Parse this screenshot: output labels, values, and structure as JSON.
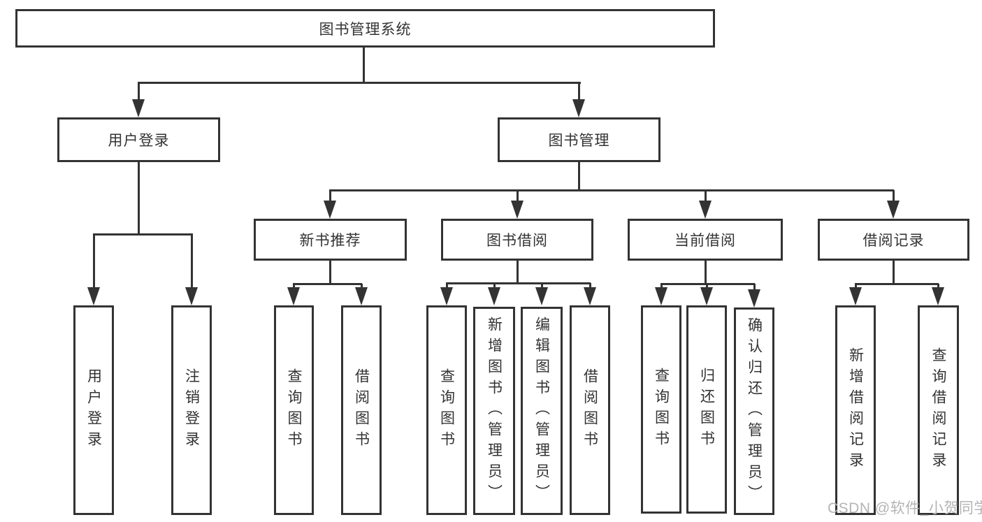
{
  "diagram": {
    "root": {
      "label": "图书管理系统"
    },
    "level2": [
      {
        "label": "用户登录"
      },
      {
        "label": "图书管理"
      }
    ],
    "level3": [
      {
        "label": "新书推荐"
      },
      {
        "label": "图书借阅"
      },
      {
        "label": "当前借阅"
      },
      {
        "label": "借阅记录"
      }
    ],
    "leaves": {
      "user_login": [
        "用户登录",
        "注销登录"
      ],
      "new_books": [
        "查询图书",
        "借阅图书"
      ],
      "book_borrow": [
        "查询图书",
        "新增图书（管理员）",
        "编辑图书（管理员）",
        "借阅图书"
      ],
      "current_borrow": [
        "查询图书",
        "归还图书",
        "确认归还（管理员）"
      ],
      "borrow_records": [
        "新增借阅记录",
        "查询借阅记录"
      ]
    }
  },
  "watermark": {
    "text": "CSDN @软件_小贺同学"
  },
  "colors": {
    "line": "#333333",
    "text": "#333333",
    "watermark": "#b4b4b4",
    "background": "#ffffff"
  }
}
